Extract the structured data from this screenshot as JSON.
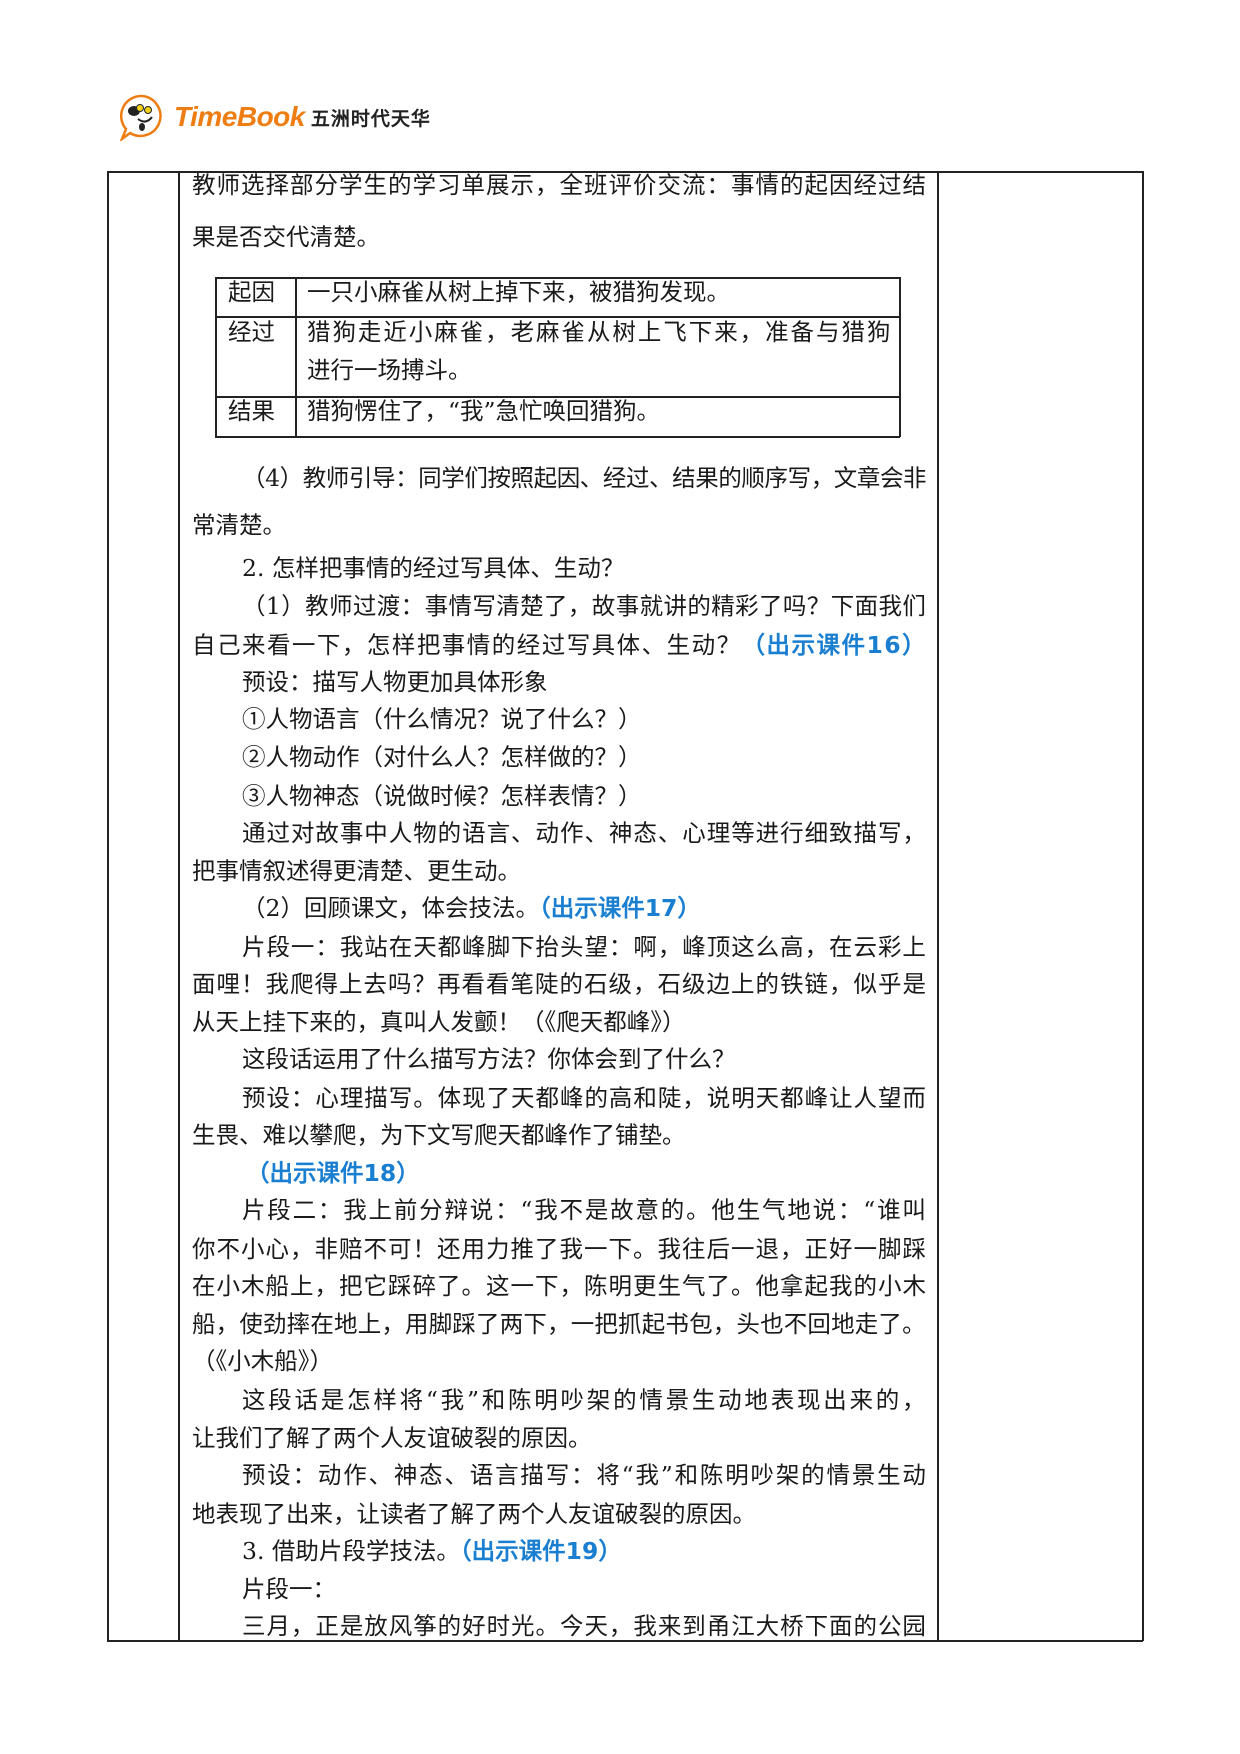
{
  "header": {
    "logo_brand": "TimeBook",
    "logo_cn": "五洲时代天华",
    "logo_icon": "dog-mascot-icon",
    "brand_color": "#ee7d12"
  },
  "accent_color": "#1a7fd0",
  "paragraph_intro": [
    "教师选择部分学生的学习单展示，全班评价交流：事情的起因经过结",
    "果是否交代清楚。"
  ],
  "story_table": [
    {
      "label": "起因",
      "lines": [
        "一只小麻雀从树上掉下来，被猎狗发现。"
      ]
    },
    {
      "label": "经过",
      "lines": [
        "猎狗走近小麻雀，老麻雀从树上飞下来，准备与猎狗",
        "进行一场搏斗。"
      ]
    },
    {
      "label": "结果",
      "lines": [
        "猎狗愣住了，“我”急忙唤回猎狗。"
      ]
    }
  ],
  "lines": [
    {
      "text": "（4）教师引导：同学们按照起因、经过、结果的顺序写，文章会非"
    },
    {
      "text": "常清楚。"
    },
    {
      "text": "2. 怎样把事情的经过写具体、生动？"
    },
    {
      "text": "（1）教师过渡：事情写清楚了，故事就讲的精彩了吗？下面我们"
    },
    {
      "text": "自己来看一下，怎样把事情的经过写具体、生动？",
      "blue": "（出示课件16）"
    },
    {
      "text": "预设：描写人物更加具体形象"
    },
    {
      "text": "①人物语言（什么情况？说了什么？）"
    },
    {
      "text": "②人物动作（对什么人？怎样做的？）"
    },
    {
      "text": "③人物神态（说做时候？怎样表情？）"
    },
    {
      "text": "通过对故事中人物的语言、动作、神态、心理等进行细致描写，"
    },
    {
      "text": "把事情叙述得更清楚、更生动。"
    },
    {
      "text": "（2）回顾课文，体会技法。",
      "blue": "（出示课件17）"
    },
    {
      "text": "片段一：我站在天都峰脚下抬头望：啊，峰顶这么高，在云彩上"
    },
    {
      "text": "面哩！我爬得上去吗？再看看笔陡的石级，石级边上的铁链，似乎是"
    },
    {
      "text": "从天上挂下来的，真叫人发颤！（《爬天都峰》）"
    },
    {
      "text": "这段话运用了什么描写方法？你体会到了什么？"
    },
    {
      "text": "预设：心理描写。体现了天都峰的高和陡，说明天都峰让人望而"
    },
    {
      "text": "生畏、难以攀爬，为下文写爬天都峰作了铺垫。"
    },
    {
      "text": "",
      "blue": "（出示课件18）"
    },
    {
      "text": "片段二：我上前分辩说：“我不是故意的。他生气地说：“谁叫"
    },
    {
      "text": "你不小心，非赔不可！还用力推了我一下。我往后一退，正好一脚踩"
    },
    {
      "text": "在小木船上，把它踩碎了。这一下，陈明更生气了。他拿起我的小木"
    },
    {
      "text": "船，使劲摔在地上，用脚踩了两下，一把抓起书包，头也不回地走了。"
    },
    {
      "text": "（《小木船》）"
    },
    {
      "text": "这段话是怎样将“我”和陈明吵架的情景生动地表现出来的，"
    },
    {
      "text": "让我们了解了两个人友谊破裂的原因。"
    },
    {
      "text": "预设：动作、神态、语言描写：将“我”和陈明吵架的情景生动"
    },
    {
      "text": "地表现了出来，让读者了解了两个人友谊破裂的原因。"
    },
    {
      "text": "3. 借助片段学技法。",
      "blue": "（出示课件19）"
    },
    {
      "text": "片段一："
    },
    {
      "text": "三月，正是放风筝的好时光。今天，我来到甬江大桥下面的公园"
    }
  ]
}
